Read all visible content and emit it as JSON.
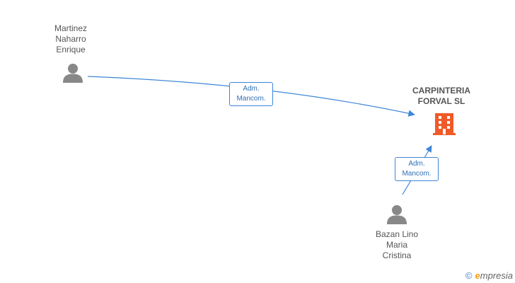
{
  "persons": [
    {
      "id": "p1",
      "label": "Martinez\nNaharro\nEnrique"
    },
    {
      "id": "p2",
      "label": "Bazan Lino\nMaria\nCristina"
    }
  ],
  "company": {
    "label": "CARPINTERIA\nFORVAL SL"
  },
  "edges": [
    {
      "from": "p1",
      "to": "company",
      "label": "Adm.\nMancom."
    },
    {
      "from": "p2",
      "to": "company",
      "label": "Adm.\nMancom."
    }
  ],
  "colors": {
    "edge": "#3f86d6",
    "person": "#888888",
    "company": "#f05a28"
  },
  "brand": {
    "copyright": "©",
    "name_e": "e",
    "name_rest": "mpresia"
  }
}
